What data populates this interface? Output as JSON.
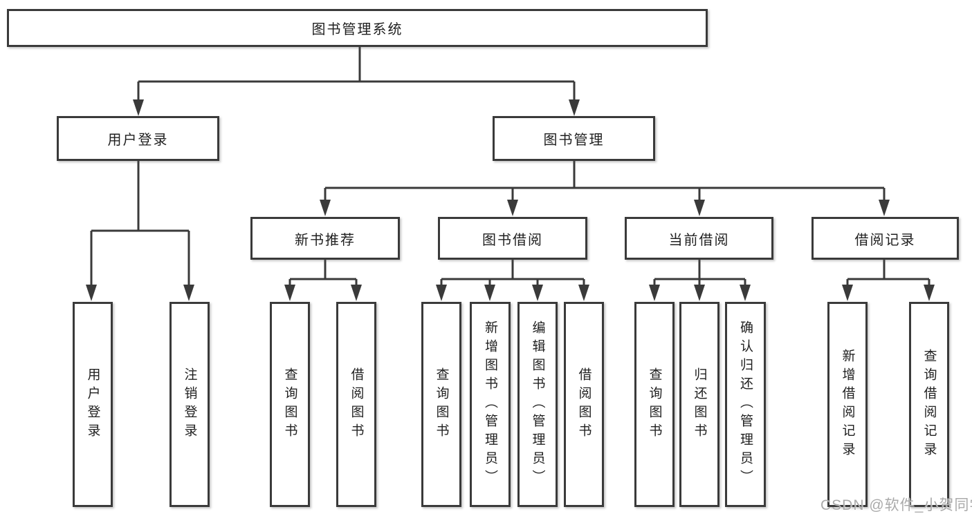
{
  "diagram": {
    "type": "hierarchy",
    "root": {
      "label": "图书管理系统",
      "children": [
        {
          "label": "用户登录",
          "children": [
            {
              "label": "用户登录"
            },
            {
              "label": "注销登录"
            }
          ]
        },
        {
          "label": "图书管理",
          "children": [
            {
              "label": "新书推荐",
              "children": [
                {
                  "label": "查询图书"
                },
                {
                  "label": "借阅图书"
                }
              ]
            },
            {
              "label": "图书借阅",
              "children": [
                {
                  "label": "查询图书"
                },
                {
                  "label": "新增图书（管理员）"
                },
                {
                  "label": "编辑图书（管理员）"
                },
                {
                  "label": "借阅图书"
                }
              ]
            },
            {
              "label": "当前借阅",
              "children": [
                {
                  "label": "查询图书"
                },
                {
                  "label": "归还图书"
                },
                {
                  "label": "确认归还（管理员）"
                }
              ]
            },
            {
              "label": "借阅记录",
              "children": [
                {
                  "label": "新增借阅记录"
                },
                {
                  "label": "查询借阅记录"
                }
              ]
            }
          ]
        }
      ]
    }
  },
  "watermark": {
    "text": "CSDN @软件_小贺同学"
  },
  "colors": {
    "line": "#3a3a3a",
    "box_border": "#3a3a3a",
    "box_fill": "#ffffff",
    "text": "#1f1f1f",
    "watermark": "#aaaaaa",
    "background": "#ffffff"
  }
}
